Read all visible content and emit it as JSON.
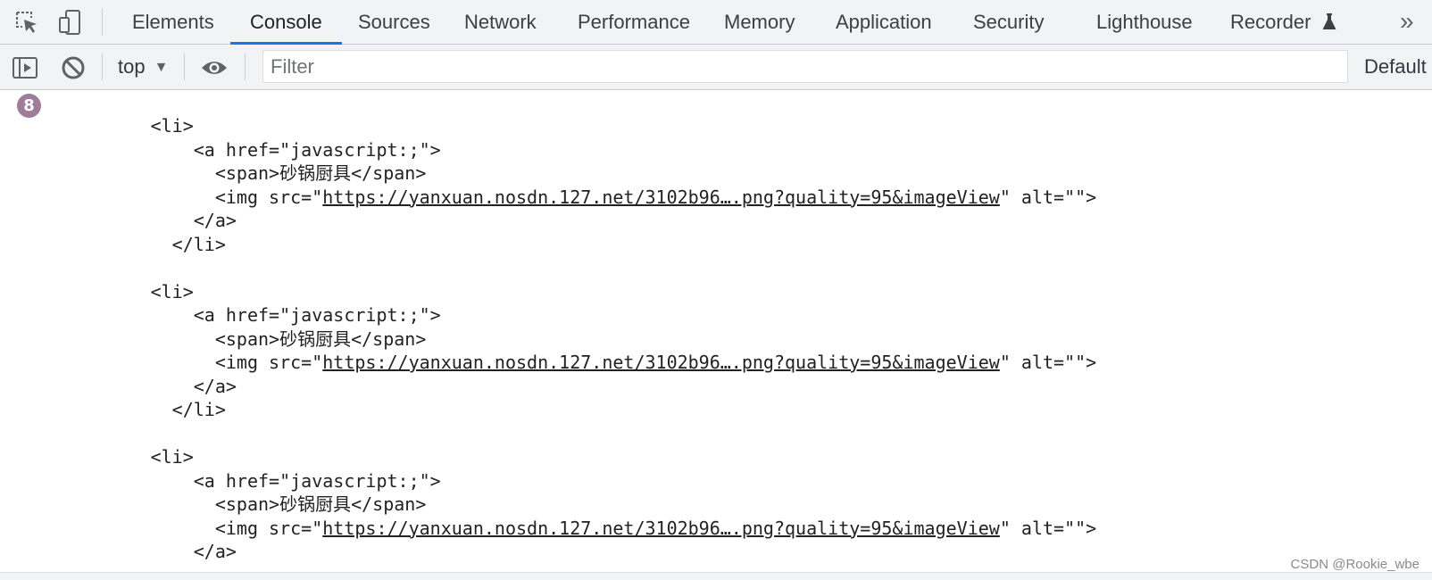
{
  "tabs": [
    {
      "label": "Elements"
    },
    {
      "label": "Console"
    },
    {
      "label": "Sources"
    },
    {
      "label": "Network"
    },
    {
      "label": "Performance"
    },
    {
      "label": "Memory"
    },
    {
      "label": "Application"
    },
    {
      "label": "Security"
    },
    {
      "label": "Lighthouse"
    },
    {
      "label": "Recorder"
    }
  ],
  "active_tab": "Console",
  "more_tabs_glyph": "»",
  "icons": {
    "inspect": "inspect-element-icon",
    "device": "device-toolbar-icon",
    "sidebar": "show-sidebar-icon",
    "clear": "clear-console-icon",
    "eye": "live-expression-eye-icon",
    "flask": "experimental-flask-icon"
  },
  "toolbar": {
    "context": "top",
    "context_caret": "▼",
    "filter_placeholder": "Filter",
    "levels": "Default"
  },
  "console": {
    "repeat_count": "8",
    "lines": [
      {
        "indent": "              ",
        "pre": "<li>",
        "url": "",
        "post": ""
      },
      {
        "indent": "                  ",
        "pre": "<a href=\"javascript:;\">",
        "url": "",
        "post": ""
      },
      {
        "indent": "                    ",
        "pre": "<span>砂锅厨具</span>",
        "url": "",
        "post": ""
      },
      {
        "indent": "                    ",
        "pre": "<img src=\"",
        "url": "https://yanxuan.nosdn.127.net/3102b96….png?quality=95&imageView",
        "post": "\" alt=\"\">"
      },
      {
        "indent": "                  ",
        "pre": "</a>",
        "url": "",
        "post": ""
      },
      {
        "indent": "                ",
        "pre": "</li>",
        "url": "",
        "post": ""
      },
      {
        "indent": "",
        "pre": "",
        "url": "",
        "post": ""
      },
      {
        "indent": "              ",
        "pre": "<li>",
        "url": "",
        "post": ""
      },
      {
        "indent": "                  ",
        "pre": "<a href=\"javascript:;\">",
        "url": "",
        "post": ""
      },
      {
        "indent": "                    ",
        "pre": "<span>砂锅厨具</span>",
        "url": "",
        "post": ""
      },
      {
        "indent": "                    ",
        "pre": "<img src=\"",
        "url": "https://yanxuan.nosdn.127.net/3102b96….png?quality=95&imageView",
        "post": "\" alt=\"\">"
      },
      {
        "indent": "                  ",
        "pre": "</a>",
        "url": "",
        "post": ""
      },
      {
        "indent": "                ",
        "pre": "</li>",
        "url": "",
        "post": ""
      },
      {
        "indent": "",
        "pre": "",
        "url": "",
        "post": ""
      },
      {
        "indent": "              ",
        "pre": "<li>",
        "url": "",
        "post": ""
      },
      {
        "indent": "                  ",
        "pre": "<a href=\"javascript:;\">",
        "url": "",
        "post": ""
      },
      {
        "indent": "                    ",
        "pre": "<span>砂锅厨具</span>",
        "url": "",
        "post": ""
      },
      {
        "indent": "                    ",
        "pre": "<img src=\"",
        "url": "https://yanxuan.nosdn.127.net/3102b96….png?quality=95&imageView",
        "post": "\" alt=\"\">"
      },
      {
        "indent": "                  ",
        "pre": "</a>",
        "url": "",
        "post": ""
      }
    ]
  },
  "watermark": "CSDN @Rookie_wbe",
  "colors": {
    "accent": "#1a73e8",
    "badge": "#9e7d9b",
    "toolbar_bg": "#f1f3f4"
  }
}
